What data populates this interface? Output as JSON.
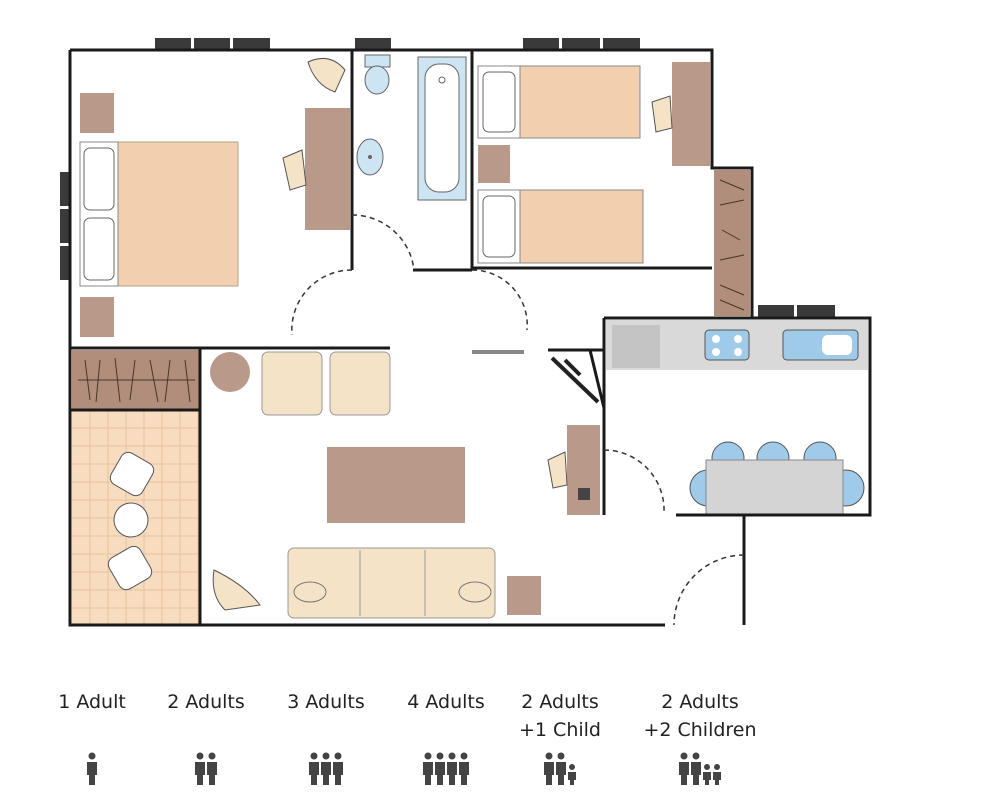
{
  "colors": {
    "wall": "#1a1a1a",
    "bed": "#f2cfae",
    "furniture": "#b9998a",
    "wardrobe": "#b08e7b",
    "upholstery": "#f5e3c8",
    "bath": "#cde4f2",
    "kitchen_counter": "#d9d9d9",
    "chair_blue": "#9fcbe8",
    "balcony_tile": "#f7dcbf",
    "window": "#3a3a3a",
    "icon": "#444444"
  },
  "occupancy": [
    {
      "line1": "1 Adult",
      "line2": "",
      "adults": 1,
      "children": 0
    },
    {
      "line1": "2 Adults",
      "line2": "",
      "adults": 2,
      "children": 0
    },
    {
      "line1": "3 Adults",
      "line2": "",
      "adults": 3,
      "children": 0
    },
    {
      "line1": "4 Adults",
      "line2": "",
      "adults": 4,
      "children": 0
    },
    {
      "line1": "2 Adults",
      "line2": "+1 Child",
      "adults": 2,
      "children": 1
    },
    {
      "line1": "2 Adults",
      "line2": "+2 Children",
      "adults": 2,
      "children": 2
    }
  ]
}
